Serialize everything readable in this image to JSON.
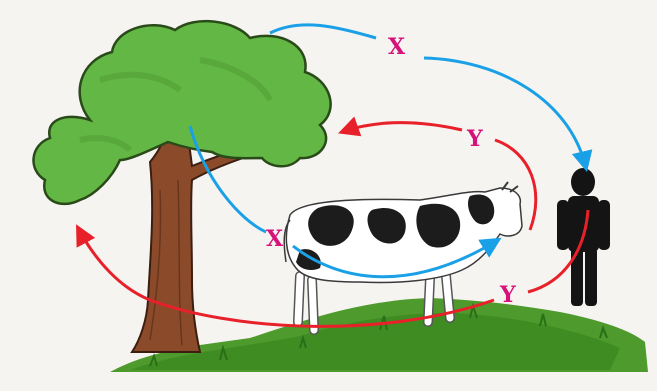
{
  "labels": {
    "x_top": "X",
    "x_mid": "X",
    "y_top": "Y",
    "y_bottom": "Y"
  },
  "colors": {
    "label": "#d6127a",
    "x_arrow": "#1aa0e6",
    "y_arrow": "#e8202a",
    "paper": "#f6f4f1"
  },
  "scene": {
    "objects": [
      "tree",
      "cow",
      "human-silhouette",
      "grass"
    ]
  }
}
